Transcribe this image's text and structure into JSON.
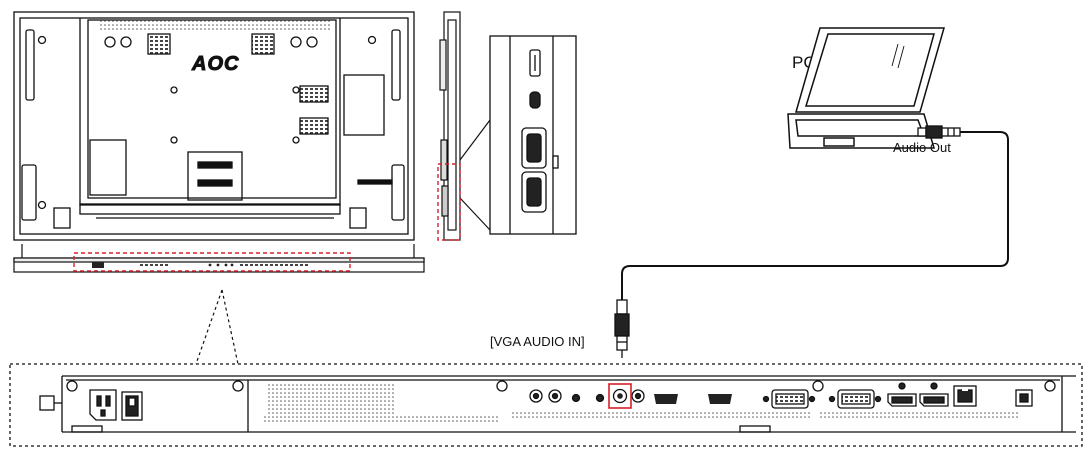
{
  "labels": {
    "pc": "PC",
    "audio_out": "Audio Out",
    "vga_audio_in": "[VGA AUDIO IN]",
    "brand_logo": "AOC"
  },
  "colors": {
    "line": "#111111",
    "highlight": "#d8202a",
    "panel_fill": "#ffffff",
    "port_fill": "#222222",
    "vent": "#555555"
  },
  "icons": [
    "laptop-icon",
    "audio-plug-icon",
    "power-inlet-icon",
    "power-switch-icon"
  ]
}
